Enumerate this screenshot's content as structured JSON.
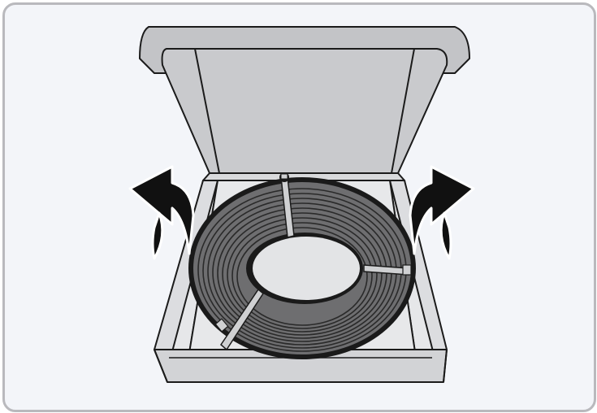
{
  "illustration": {
    "subject": "open-box-with-cable-coil",
    "colors": {
      "frame_border": "#b9b9bd",
      "background": "#f3f5f9",
      "box_lid": "#c8c9cc",
      "box_inside": "#e3e4e6",
      "box_side": "#d6d7da",
      "cable": "#6e6e70",
      "cable_dark": "#1a1a1a",
      "tie": "#cfd0d2",
      "arrow": "#111111"
    },
    "arrows": [
      {
        "name": "left-lift-arrow",
        "direction": "up"
      },
      {
        "name": "right-lift-arrow",
        "direction": "up"
      }
    ],
    "cable_ties": 3
  }
}
